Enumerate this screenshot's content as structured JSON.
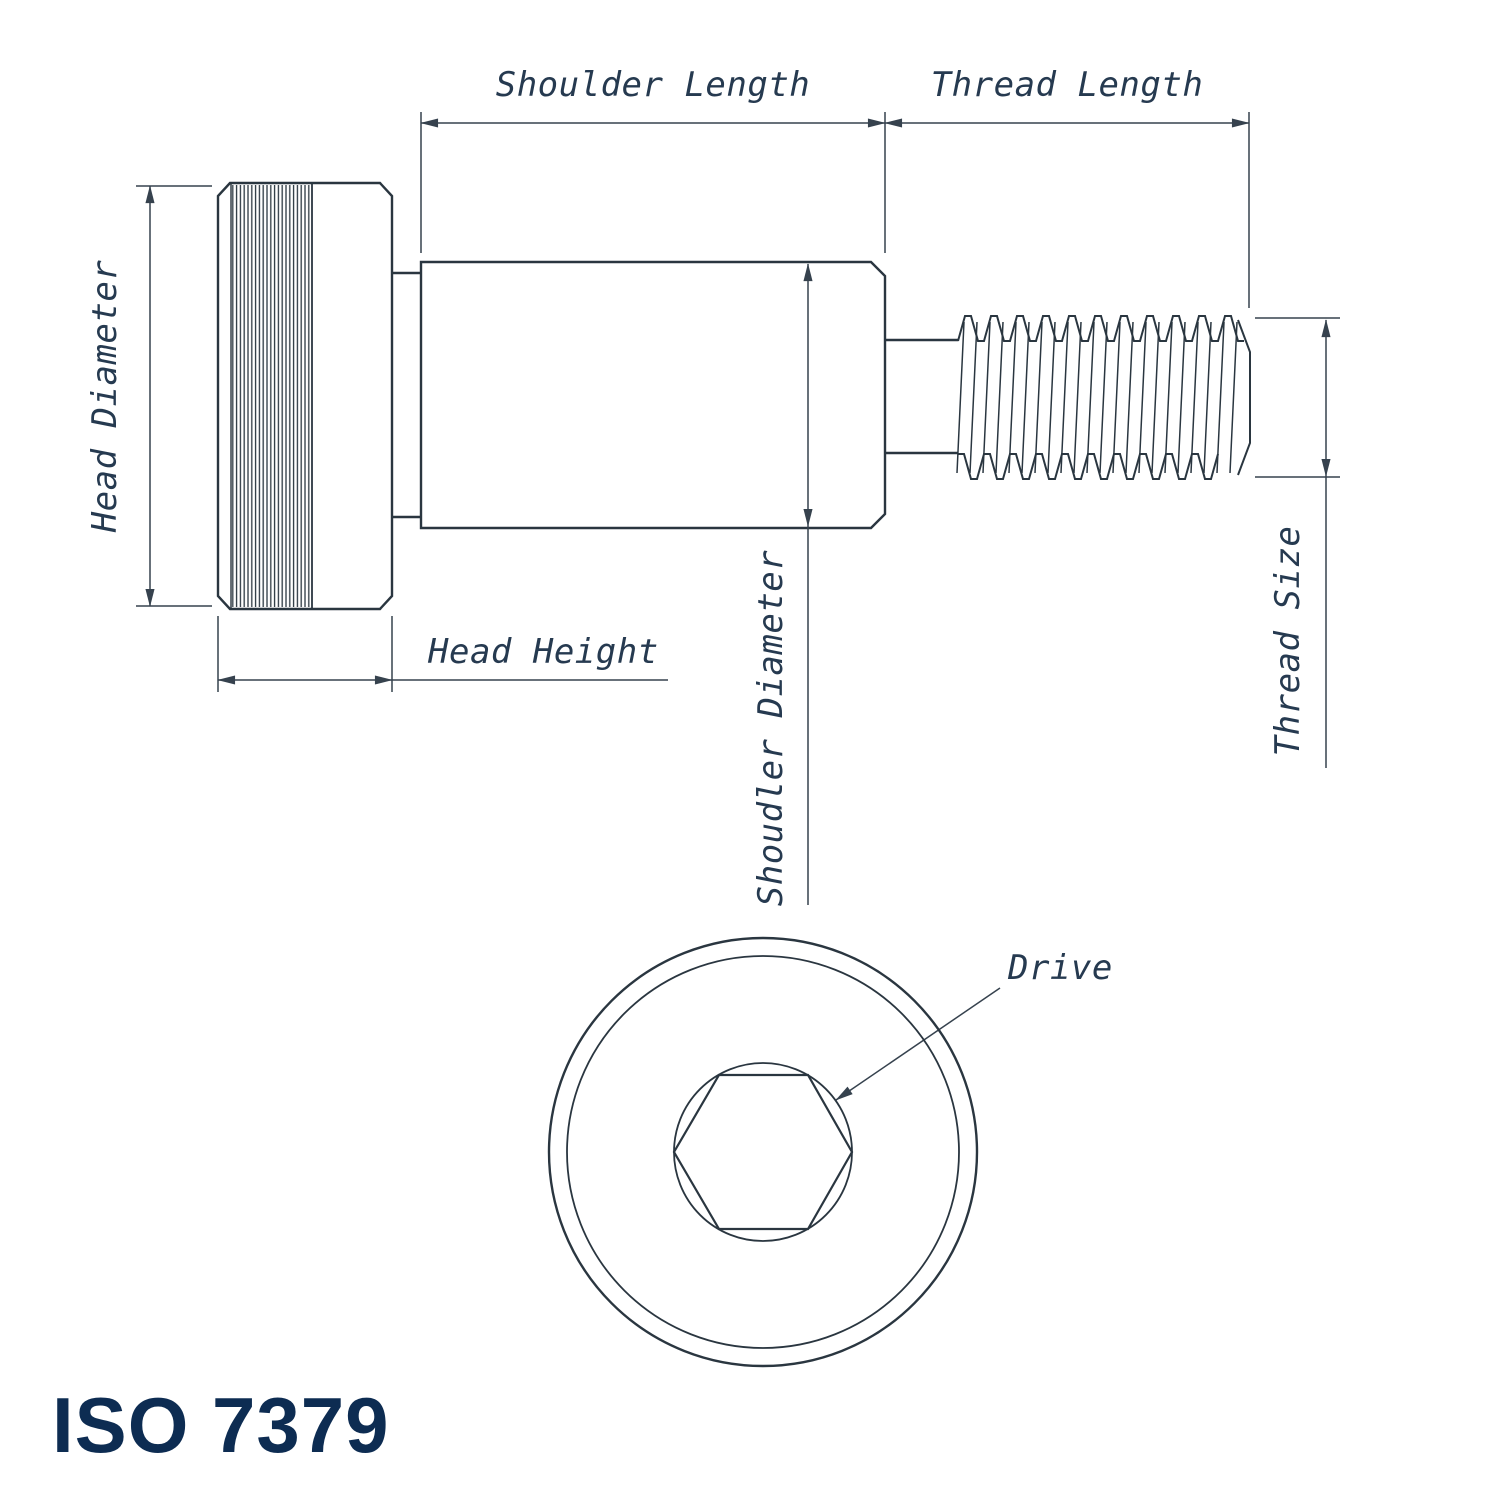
{
  "title": {
    "text": "ISO 7379",
    "color": "#0d2c52"
  },
  "colors": {
    "outline": "#2a3640",
    "dimension": "#36424e",
    "label_text": "#263a50",
    "background": "#ffffff"
  },
  "dimension_labels": {
    "shoulder_length": "Shoulder Length",
    "thread_length": "Thread Length",
    "head_diameter": "Head Diameter",
    "head_height": "Head Height",
    "shoulder_diameter": "Shoudler Diameter",
    "thread_size": "Thread Size"
  },
  "callouts": {
    "drive": "Drive"
  }
}
